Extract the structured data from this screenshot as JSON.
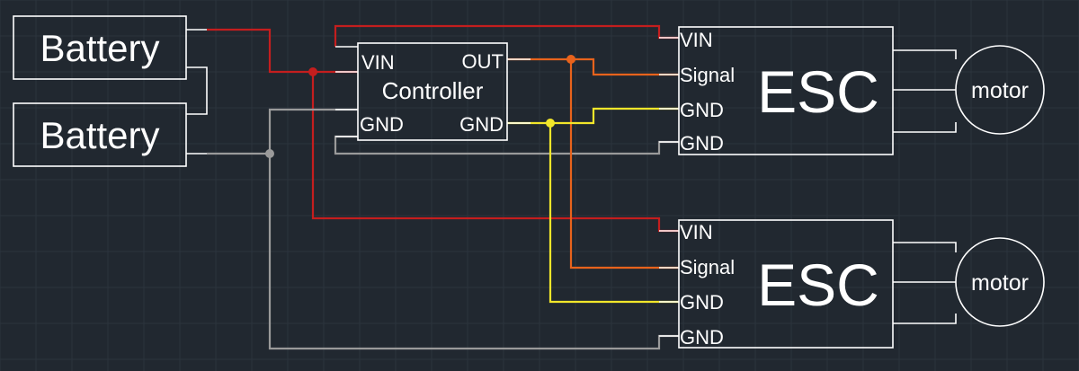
{
  "colors": {
    "background": "#212830",
    "grid": "#2c343d",
    "component": "#ffffff",
    "vin_wire": "#c41e1e",
    "gnd_wire": "#9a9a9a",
    "signal_wire": "#e8631c",
    "controller_gnd_wire": "#f2e62a"
  },
  "batteries": [
    {
      "label": "Battery"
    },
    {
      "label": "Battery"
    }
  ],
  "controller": {
    "title": "Controller",
    "pin_vin": "VIN",
    "pin_gnd_left": "GND",
    "pin_out": "OUT",
    "pin_gnd_right": "GND"
  },
  "escs": [
    {
      "title": "ESC",
      "pins": [
        "VIN",
        "Signal",
        "GND",
        "GND"
      ]
    },
    {
      "title": "ESC",
      "pins": [
        "VIN",
        "Signal",
        "GND",
        "GND"
      ]
    }
  ],
  "motors": [
    {
      "label": "motor"
    },
    {
      "label": "motor"
    }
  ]
}
